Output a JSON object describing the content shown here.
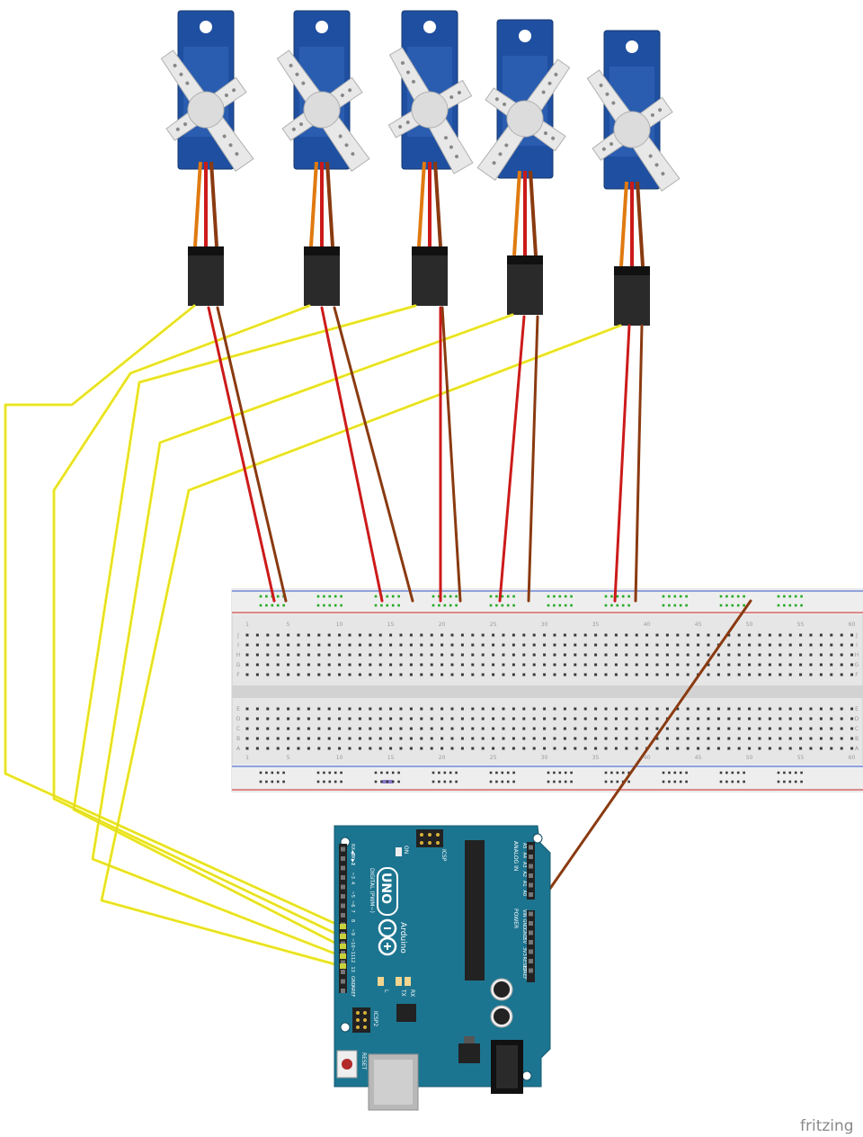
{
  "app": {
    "watermark": "fritzing"
  },
  "colors": {
    "signal_wire": "#f5ef2a",
    "power_wire": "#cc1a1a",
    "ground_wire": "#8a3a10",
    "servo_body": "#1f4fa0",
    "servo_horn": "#e8e8e8",
    "connector": "#2a2a2a",
    "arduino_board": "#1c7590",
    "breadboard": "#e6e6e6",
    "rail_red": "#cc2222",
    "rail_blue": "#3355cc",
    "hole_green": "#22aa22"
  },
  "servos": [
    {
      "id": "servo-1"
    },
    {
      "id": "servo-2"
    },
    {
      "id": "servo-3"
    },
    {
      "id": "servo-4"
    },
    {
      "id": "servo-5"
    }
  ],
  "breadboard": {
    "column_numbers": [
      "1",
      "5",
      "10",
      "15",
      "20",
      "25",
      "30",
      "35",
      "40",
      "45",
      "50",
      "55",
      "60"
    ],
    "row_letters_top": [
      "J",
      "I",
      "H",
      "G",
      "F"
    ],
    "row_letters_bottom": [
      "E",
      "D",
      "C",
      "B",
      "A"
    ]
  },
  "arduino": {
    "model": "UNO",
    "brand": "Arduino",
    "reset_label": "RESET",
    "icsp_label": "ICSP",
    "icsp2_label": "ICSP2",
    "on_label": "ON",
    "digital_header_label": "DIGITAL (PWM~)",
    "analog_header_label": "ANALOG IN",
    "power_header_label": "POWER",
    "l_label": "L",
    "tx_label": "TX",
    "rx_label": "RX",
    "digital_pins": [
      "RX◀0",
      "TX▶1",
      "2",
      "~3",
      "4",
      "~5",
      "~6",
      "7",
      "8",
      "~9",
      "~10",
      "~11",
      "12",
      "13",
      "GND",
      "AREF"
    ],
    "analog_pins": [
      "A5",
      "A4",
      "A3",
      "A2",
      "A1",
      "A0"
    ],
    "power_pins": [
      "VIN",
      "GND",
      "GND",
      "5V",
      "3V3",
      "RESET",
      "IOREF"
    ]
  }
}
